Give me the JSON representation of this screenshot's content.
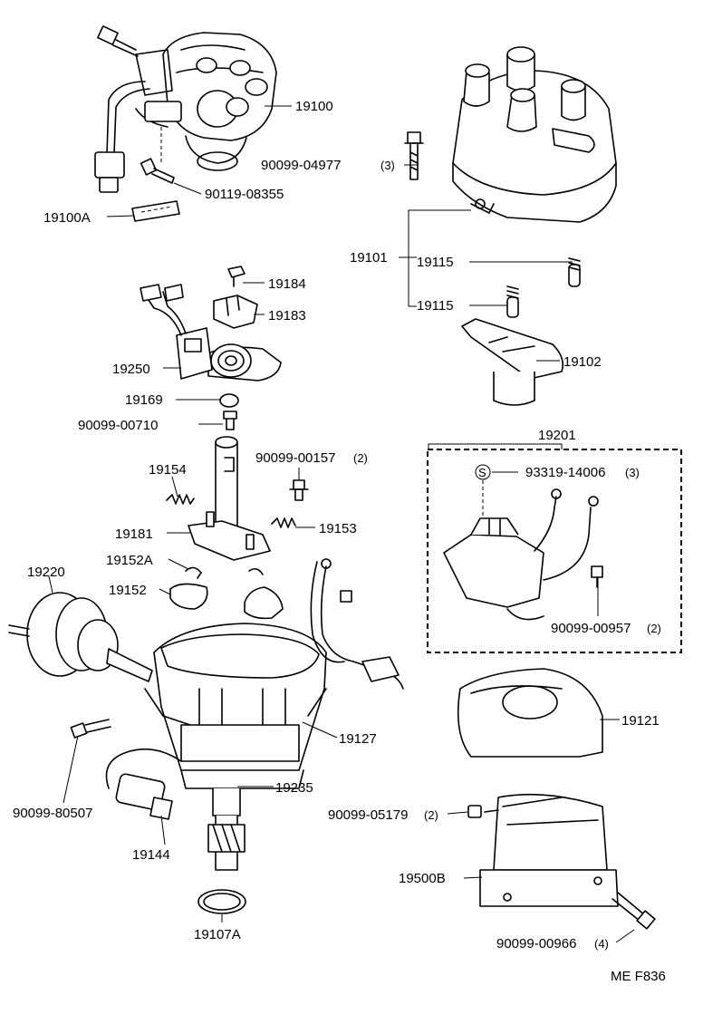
{
  "labels": {
    "p19100": "19100",
    "p90119_08355": "90119-08355",
    "p19100A": "19100A",
    "p90099_04977": "90099-04977",
    "q90099_04977": "(3)",
    "p19101": "19101",
    "p19115a": "19115",
    "p19115b": "19115",
    "p19184": "19184",
    "p19183": "19183",
    "p19250": "19250",
    "p19102": "19102",
    "p19169": "19169",
    "p90099_00710": "90099-00710",
    "p19201": "19201",
    "p90099_00157": "90099-00157",
    "q90099_00157": "(2)",
    "p93319_14006": "93319-14006",
    "q93319_14006": "(3)",
    "s_mark": "S",
    "p19154": "19154",
    "p19181": "19181",
    "p19153": "19153",
    "p19152A": "19152A",
    "p19220": "19220",
    "p19152": "19152",
    "p90099_00957": "90099-00957",
    "q90099_00957": "(2)",
    "p19121": "19121",
    "p19127": "19127",
    "p19235": "19235",
    "p90099_80507": "90099-80507",
    "p90099_05179": "90099-05179",
    "q90099_05179": "(2)",
    "p19144": "19144",
    "p19500B": "19500B",
    "p19107A": "19107A",
    "p90099_00966": "90099-00966",
    "q90099_00966": "(4)",
    "code": "ME F836"
  }
}
